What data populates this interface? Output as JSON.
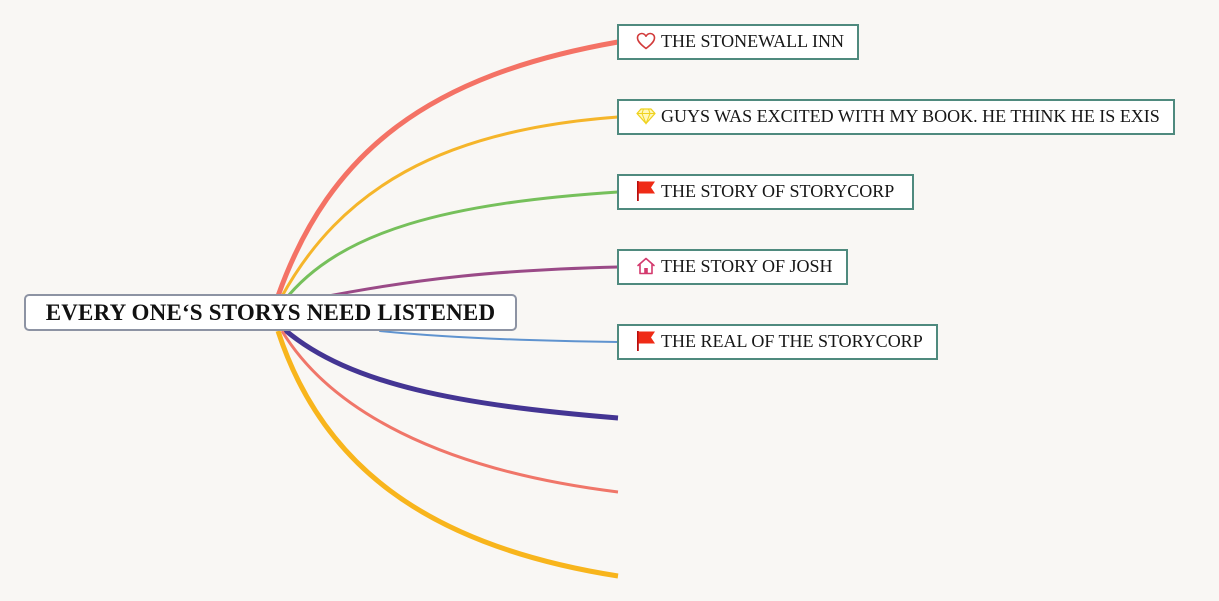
{
  "mindmap": {
    "root": {
      "label": "EVERY ONE‘S STORYS NEED LISTENED"
    },
    "topics": [
      {
        "label": "THE STONEWALL INN",
        "icon": "heart-icon",
        "branch_color": "#f47265"
      },
      {
        "label": "GUYS WAS EXCITED WITH MY BOOK. HE THINK HE IS EXIS",
        "icon": "diamond-icon",
        "branch_color": "#f5b52a"
      },
      {
        "label": "THE STORY OF STORYCORP",
        "icon": "red-flag-icon",
        "branch_color": "#76c05b"
      },
      {
        "label": "THE STORY OF JOSH",
        "icon": "home-icon",
        "branch_color": "#9a4a87"
      },
      {
        "label": "THE REAL OF THE STORYCORP",
        "icon": "red-flag-icon",
        "branch_color": "#5f93cf"
      }
    ],
    "empty_branches": [
      {
        "branch_color": "#443593"
      },
      {
        "branch_color": "#f07669"
      },
      {
        "branch_color": "#f8b51c"
      }
    ]
  }
}
